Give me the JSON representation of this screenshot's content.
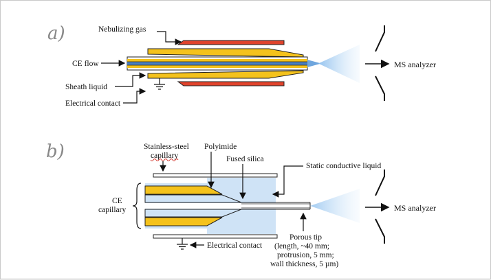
{
  "panel_a": {
    "letter": "a)",
    "nebulizing_gas": "Nebulizing gas",
    "ce_flow": "CE flow",
    "sheath_liquid": "Sheath liquid",
    "electrical_contact": "Electrical contact",
    "ms_analyzer": "MS analyzer"
  },
  "panel_b": {
    "letter": "b)",
    "stainless_line1": "Stainless-steel",
    "stainless_line2": "capillary",
    "polyimide": "Polyimide",
    "fused_silica": "Fused silica",
    "static_liquid": "Static conductive liquid",
    "ce_capillary_line1": "CE",
    "ce_capillary_line2": "capillary",
    "electrical_contact": "Electrical contact",
    "ms_analyzer": "MS analyzer",
    "porous_tip_lines": [
      "Porous tip",
      "(length, ~40 mm;",
      "protrusion, 5 mm;",
      "wall thickness, 5 µm)"
    ]
  },
  "colors": {
    "nebulizer_red": "#e0432c",
    "polyimide_gold": "#f4c21c",
    "capillary_blue": "#4a7fbf",
    "conductive_liquid": "#cfe3f6",
    "spray_blue": "#a9cdf0"
  }
}
